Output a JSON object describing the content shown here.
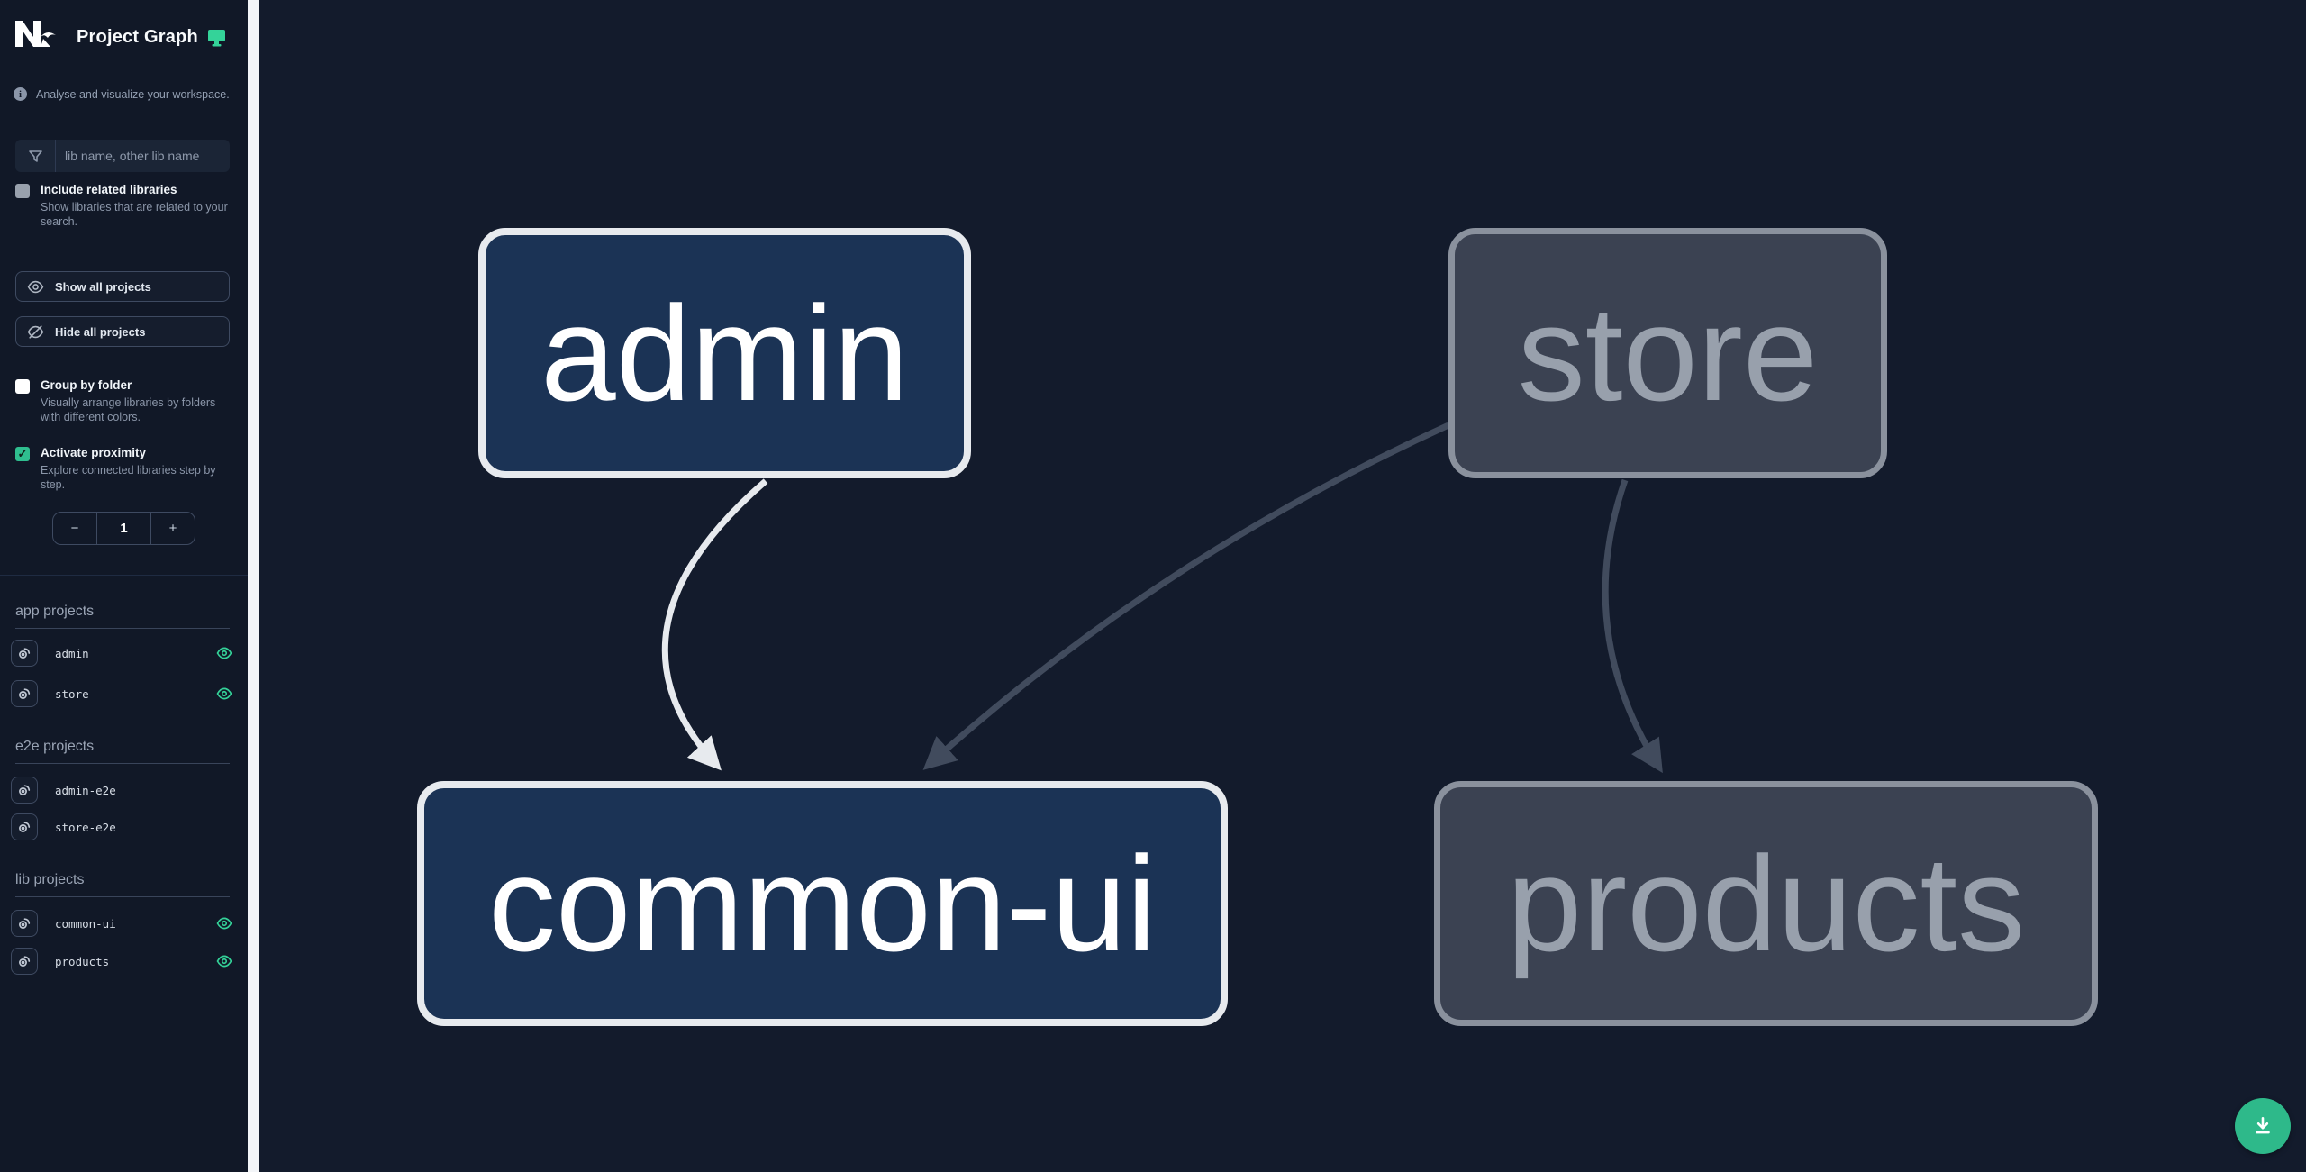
{
  "app": {
    "title": "Project Graph"
  },
  "sidebar": {
    "tagline": "Analyse and visualize your workspace.",
    "search_placeholder": "lib name, other lib name",
    "include_related": {
      "label": "Include related libraries",
      "description": "Show libraries that are related to your search.",
      "checked": false
    },
    "show_all_label": "Show all projects",
    "hide_all_label": "Hide all projects",
    "group_by_folder": {
      "label": "Group by folder",
      "description": "Visually arrange libraries by folders with different colors.",
      "checked": false
    },
    "activate_proximity": {
      "label": "Activate proximity",
      "description": "Explore connected libraries step by step.",
      "checked": true
    },
    "proximity_stepper": {
      "decrement": "−",
      "value": "1",
      "increment": "+"
    },
    "sections": [
      {
        "title": "app projects",
        "items": [
          {
            "name": "admin",
            "visible": true
          },
          {
            "name": "store",
            "visible": true
          }
        ]
      },
      {
        "title": "e2e projects",
        "items": [
          {
            "name": "admin-e2e",
            "visible": false
          },
          {
            "name": "store-e2e",
            "visible": false
          }
        ]
      },
      {
        "title": "lib projects",
        "items": [
          {
            "name": "common-ui",
            "visible": true
          },
          {
            "name": "products",
            "visible": true
          }
        ]
      }
    ]
  },
  "graph": {
    "nodes": [
      {
        "id": "admin",
        "label": "admin",
        "state": "focused"
      },
      {
        "id": "store",
        "label": "store",
        "state": "faded"
      },
      {
        "id": "common-ui",
        "label": "common-ui",
        "state": "focused"
      },
      {
        "id": "products",
        "label": "products",
        "state": "faded"
      }
    ],
    "edges": [
      {
        "from": "admin",
        "to": "common-ui",
        "state": "focused"
      },
      {
        "from": "store",
        "to": "common-ui",
        "state": "faded"
      },
      {
        "from": "store",
        "to": "products",
        "state": "faded"
      }
    ]
  },
  "colors": {
    "accent_green": "#34d399",
    "checkbox_checked": "#2fbe8f",
    "download_button": "#2eb98a",
    "sidebar_bg": "#111827",
    "canvas_bg": "#131b2c",
    "node_focused_fill": "#1b3355",
    "node_focused_border": "#e7eaee",
    "node_faded_fill": "#3b4252",
    "node_faded_border": "#8a919d",
    "edge_focused": "#e7eaee",
    "edge_faded": "#414b5d"
  }
}
